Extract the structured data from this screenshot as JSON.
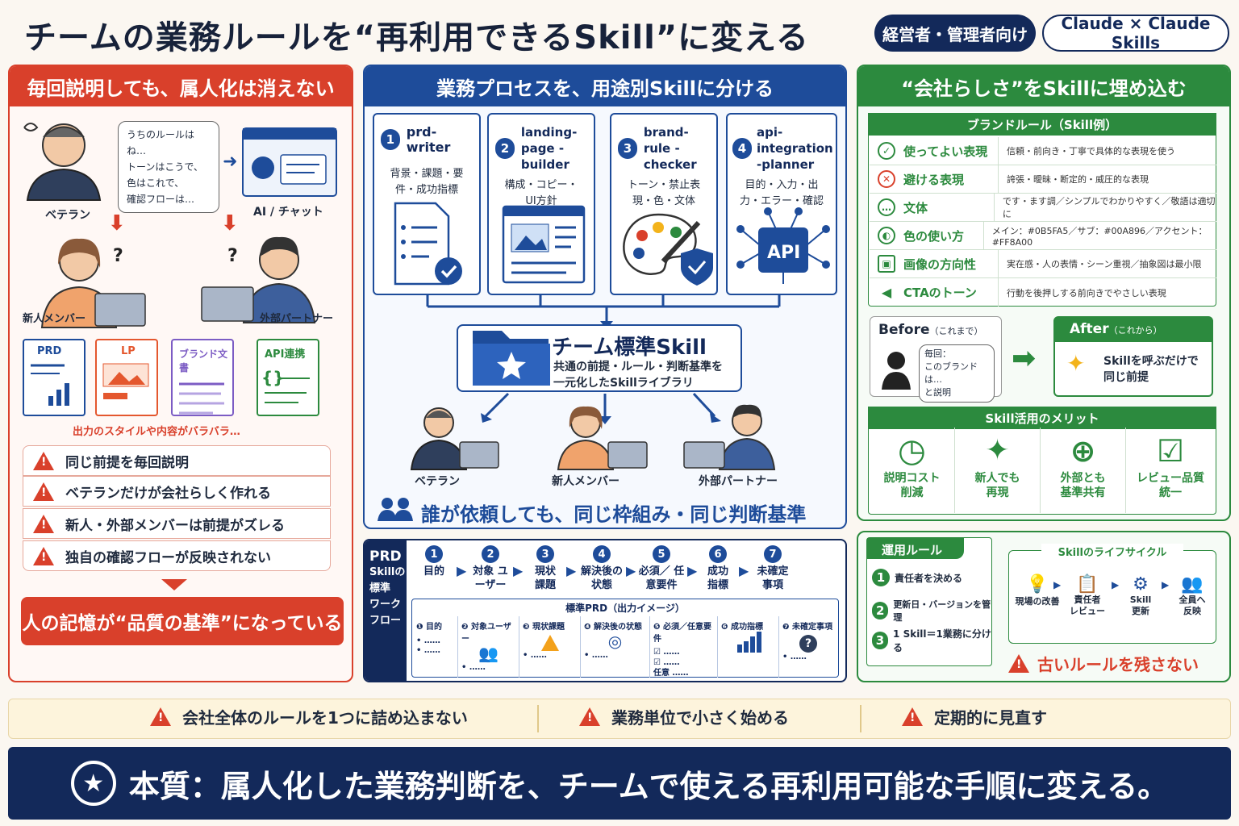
{
  "header": {
    "title": "チームの業務ルールを“再利用できるSkill”に変える",
    "badge1": "経営者・管理者向け",
    "badge2": "Claude × Claude Skills"
  },
  "left": {
    "heading": "毎回説明しても、属人化は消えない",
    "bubble": [
      "うちのルールはね…",
      "トーンはこうで、",
      "色はこれで、",
      "確認フローは…"
    ],
    "veteran": "ベテラン",
    "ai_chat": "AI / チャット",
    "new_member": "新人メンバー",
    "external": "外部パートナー",
    "docs": [
      {
        "label": "PRD",
        "color": "#1e4c9a"
      },
      {
        "label": "LP",
        "color": "#e4572e"
      },
      {
        "label": "ブランド文書",
        "color": "#7c5cc4"
      },
      {
        "label": "API連携",
        "color": "#2c8a3e"
      }
    ],
    "scatter": "出力のスタイルや内容がバラバラ…",
    "warnings": [
      "同じ前提を毎回説明",
      "ベテランだけが会社らしく作れる",
      "新人・外部メンバーは前提がズレる",
      "独自の確認フローが反映されない"
    ],
    "conclusion": "人の記憶が“品質の基準”になっている"
  },
  "center": {
    "heading": "業務プロセスを、用途別Skillに分ける",
    "skills": [
      {
        "num": "1",
        "name": "prd-writer",
        "desc": "背景・課題・要件・成功指標"
      },
      {
        "num": "2",
        "name": "landing-page -builder",
        "desc": "構成・コピー・UI方針"
      },
      {
        "num": "3",
        "name": "brand-rule -checker",
        "desc": "トーン・禁止表現・色・文体"
      },
      {
        "num": "4",
        "name": "api-integration -planner",
        "desc": "目的・入力・出力・エラー・確認"
      }
    ],
    "api_label": "API",
    "team_skill_title": "チーム標準Skill",
    "team_skill_desc1": "共通の前提・ルール・判断基準を",
    "team_skill_desc2": "一元化したSkillライブラリ",
    "people": [
      "ベテラン",
      "新人メンバー",
      "外部パートナー"
    ],
    "tagline": "誰が依頼しても、同じ枠組み・同じ判断基準"
  },
  "prd": {
    "side": [
      "PRD",
      "Skillの",
      "標準",
      "ワーク",
      "フロー"
    ],
    "steps": [
      {
        "n": "1",
        "t": "目的"
      },
      {
        "n": "2",
        "t": "対象 ユーザー"
      },
      {
        "n": "3",
        "t": "現状 課題"
      },
      {
        "n": "4",
        "t": "解決後の 状態"
      },
      {
        "n": "5",
        "t": "必須／ 任意要件"
      },
      {
        "n": "6",
        "t": "成功 指標"
      },
      {
        "n": "7",
        "t": "未確定 事項"
      }
    ],
    "output_title": "標準PRD（出力イメージ）",
    "cells": [
      "❶ 目的",
      "❷ 対象ユーザー",
      "❸ 現状課題",
      "❹ 解決後の状態",
      "❺ 必須／任意要件",
      "❻ 成功指標",
      "❼ 未確定事項"
    ],
    "optional": "任意"
  },
  "right": {
    "heading": "“会社らしさ”をSkillに埋め込む",
    "brand_title": "ブランドルール（Skill例）",
    "brand_rows": [
      {
        "icon": "✓",
        "k": "使ってよい表現",
        "v": "信頼・前向き・丁寧で具体的な表現を使う"
      },
      {
        "icon": "✕",
        "k": "避ける表現",
        "v": "誇張・曖昧・断定的・威圧的な表現"
      },
      {
        "icon": "…",
        "k": "文体",
        "v": "です・ます調／シンプルでわかりやすく／敬語は適切に"
      },
      {
        "icon": "◐",
        "k": "色の使い方",
        "v": "メイン：#0B5FA5／サブ：#00A896／アクセント：#FF8A00"
      },
      {
        "icon": "▣",
        "k": "画像の方向性",
        "v": "実在感・人の表情・シーン重視／抽象図は最小限"
      },
      {
        "icon": "◀",
        "k": "CTAのトーン",
        "v": "行動を後押しする前向きでやさしい表現"
      }
    ],
    "before_title": "Before",
    "before_sub": "（これまで）",
    "before_bubble": [
      "毎回：",
      "このブランドは…",
      "と説明"
    ],
    "after_title": "After",
    "after_sub": "（これから）",
    "after_text": [
      "Skillを呼ぶだけで",
      "同じ前提"
    ],
    "merit_title": "Skill活用のメリット",
    "merits": [
      {
        "l1": "説明コスト",
        "l2": "削減"
      },
      {
        "l1": "新人でも",
        "l2": "再現"
      },
      {
        "l1": "外部とも",
        "l2": "基準共有"
      },
      {
        "l1": "レビュー品質",
        "l2": "統一"
      }
    ]
  },
  "ops": {
    "title": "運用ルール",
    "rules": [
      {
        "n": "1",
        "t": "責任者を決める"
      },
      {
        "n": "2",
        "t": "更新日・バージョンを管理"
      },
      {
        "n": "3",
        "t": "1 Skill＝1業務に分ける"
      }
    ],
    "lifecycle_title": "Skillのライフサイクル",
    "lifecycle": [
      {
        "l1": "現場の改善",
        "l2": ""
      },
      {
        "l1": "責任者",
        "l2": "レビュー"
      },
      {
        "l1": "Skill",
        "l2": "更新"
      },
      {
        "l1": "全員へ",
        "l2": "反映"
      }
    ],
    "warning": "古いルールを残さない"
  },
  "bottom": {
    "tips": [
      "会社全体のルールを1つに詰め込まない",
      "業務単位で小さく始める",
      "定期的に見直す"
    ],
    "final": "本質：属人化した業務判断を、チームで使える再利用可能な手順に変える。"
  },
  "colors": {
    "navy": "#13295a",
    "red": "#d9402b",
    "blue": "#1e4c9a",
    "green": "#2c8a3e"
  }
}
